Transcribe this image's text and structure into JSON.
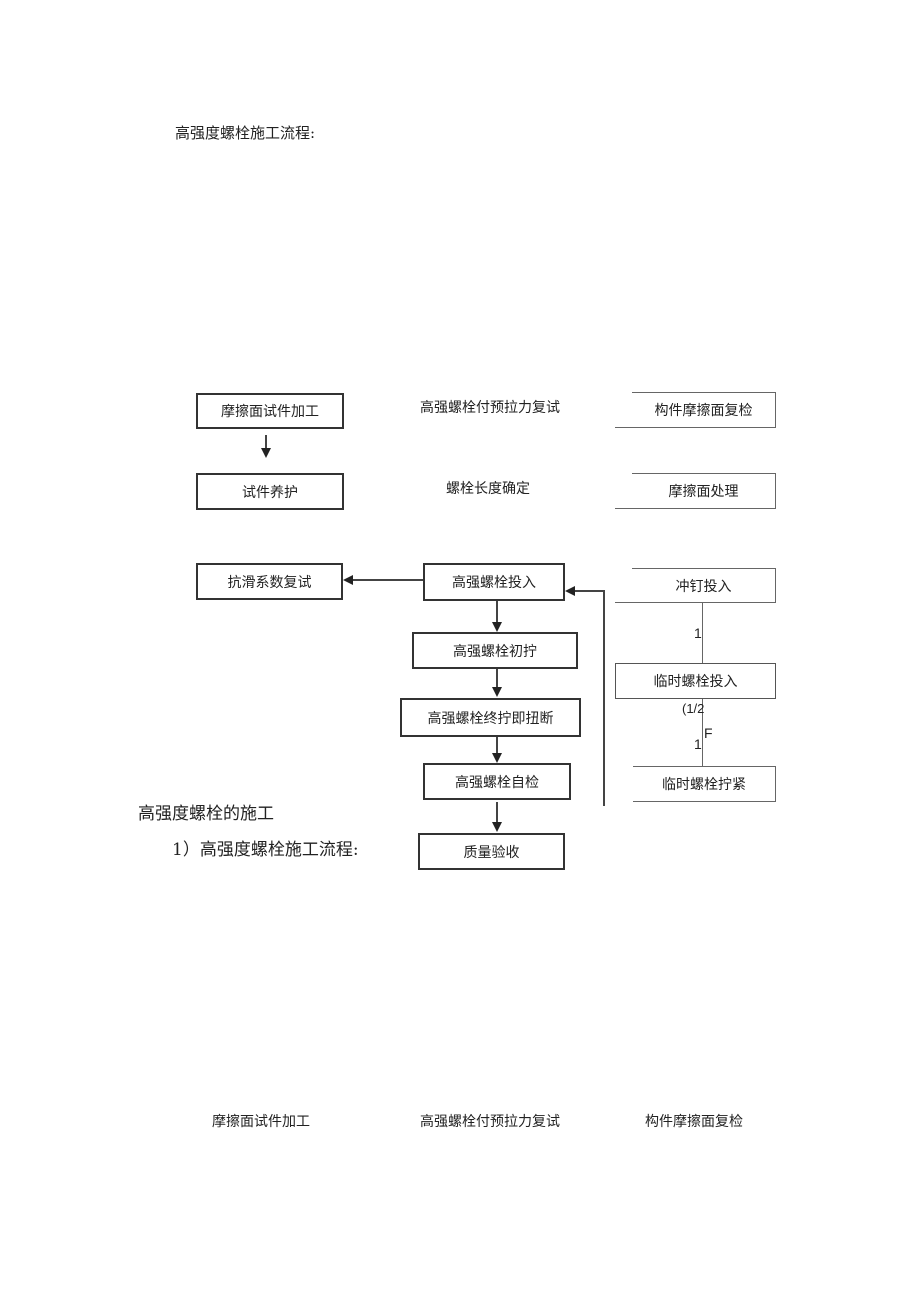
{
  "heading_top": "高强度螺栓施工流程:",
  "flow": {
    "left": {
      "friction_sample": "摩擦面试件加工",
      "sample_curing": "试件养护",
      "slip_retest": "抗滑系数复试"
    },
    "middle": {
      "pretension_retest": "高强螺栓付预拉力复试",
      "bolt_length": "螺栓长度确定",
      "bolt_insert": "高强螺栓投入",
      "initial_tighten": "高强螺栓初拧",
      "final_tighten": "高强螺栓终拧即扭断",
      "self_check": "高强螺栓自检",
      "quality_accept": "质量验收"
    },
    "right": {
      "member_friction_check": "构件摩擦面复检",
      "friction_treatment": "摩擦面处理",
      "drift_pin_insert": "冲钉投入",
      "temp_bolt_insert": "临时螺栓投入",
      "temp_bolt_tighten": "临时螺栓拧紧",
      "label_1a": "1",
      "label_half": "(1/2",
      "label_f": "F",
      "label_1b": "1"
    }
  },
  "section_title": "高强度螺栓的施工",
  "sub_title": "1）高强度螺栓施工流程:",
  "bottom_row": [
    "摩擦面试件加工",
    "高强螺栓付预拉力复试",
    "构件摩擦面复检"
  ]
}
